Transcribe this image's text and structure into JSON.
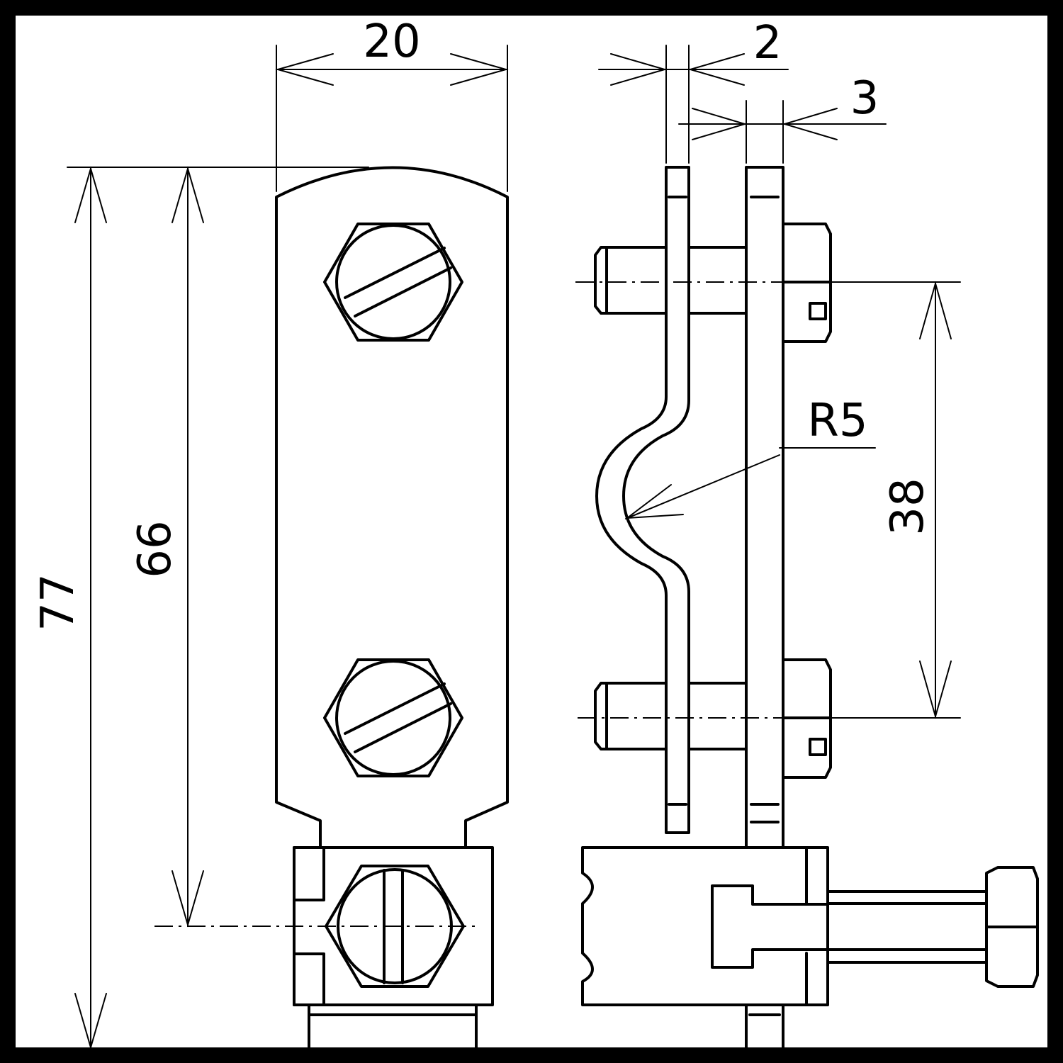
{
  "drawing": {
    "line_color": "#000000",
    "background": "#ffffff"
  },
  "dimensions": {
    "width_20": "20",
    "thickness_2": "2",
    "thickness_3": "3",
    "radius": "R5",
    "spacing_38": "38",
    "height_66": "66",
    "height_77": "77"
  }
}
